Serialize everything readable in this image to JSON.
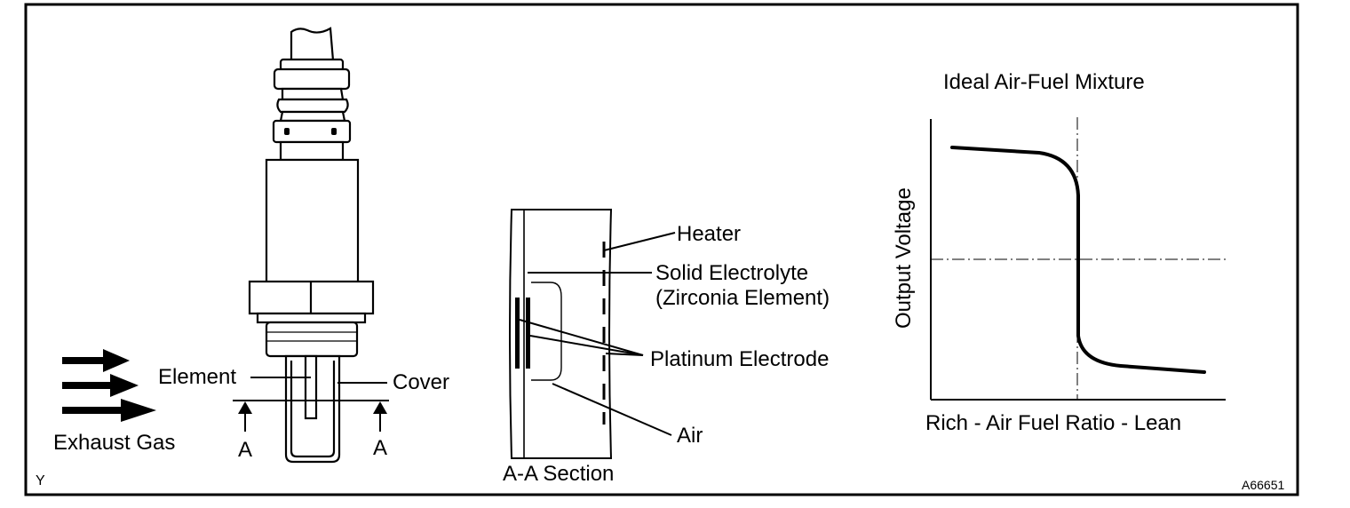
{
  "sensor": {
    "element_label": "Element",
    "cover_label": "Cover",
    "exhaust_label": "Exhaust Gas",
    "section_marker_left": "A",
    "section_marker_right": "A"
  },
  "section": {
    "heater_label": "Heater",
    "electrolyte_label_line1": "Solid Electrolyte",
    "electrolyte_label_line2": "(Zirconia Element)",
    "platinum_label": "Platinum Electrode",
    "air_label": "Air",
    "section_title": "A-A  Section"
  },
  "graph": {
    "title": "Ideal  Air-Fuel  Mixture",
    "ylabel": "Output Voltage",
    "xlabel": "Rich - Air Fuel Ratio - Lean"
  },
  "footer": {
    "corner_letter": "Y",
    "figure_code": "A66651"
  },
  "colors": {
    "ink": "#000000",
    "background": "#ffffff"
  }
}
